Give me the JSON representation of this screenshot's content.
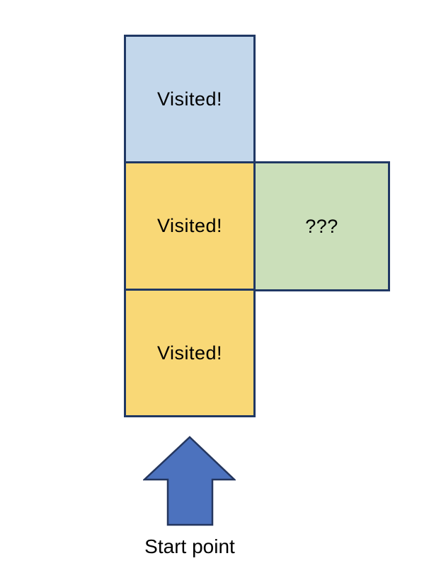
{
  "page": {
    "background": "#FFFFFF"
  },
  "diagram": {
    "cells": [
      {
        "id": "cell-top",
        "label": "Visited!",
        "fill": "#C3D7EB",
        "border": "#203864"
      },
      {
        "id": "cell-middle",
        "label": "Visited!",
        "fill": "#F9D876",
        "border": "#203864"
      },
      {
        "id": "cell-right",
        "label": "???",
        "fill": "#CBDFBA",
        "border": "#203864"
      },
      {
        "id": "cell-bottom",
        "label": "Visited!",
        "fill": "#F9D876",
        "border": "#203864"
      }
    ],
    "arrow": {
      "direction": "up",
      "fill": "#4C72BE",
      "stroke": "#24365E"
    },
    "start_label": "Start point",
    "label_color": "#000000"
  }
}
